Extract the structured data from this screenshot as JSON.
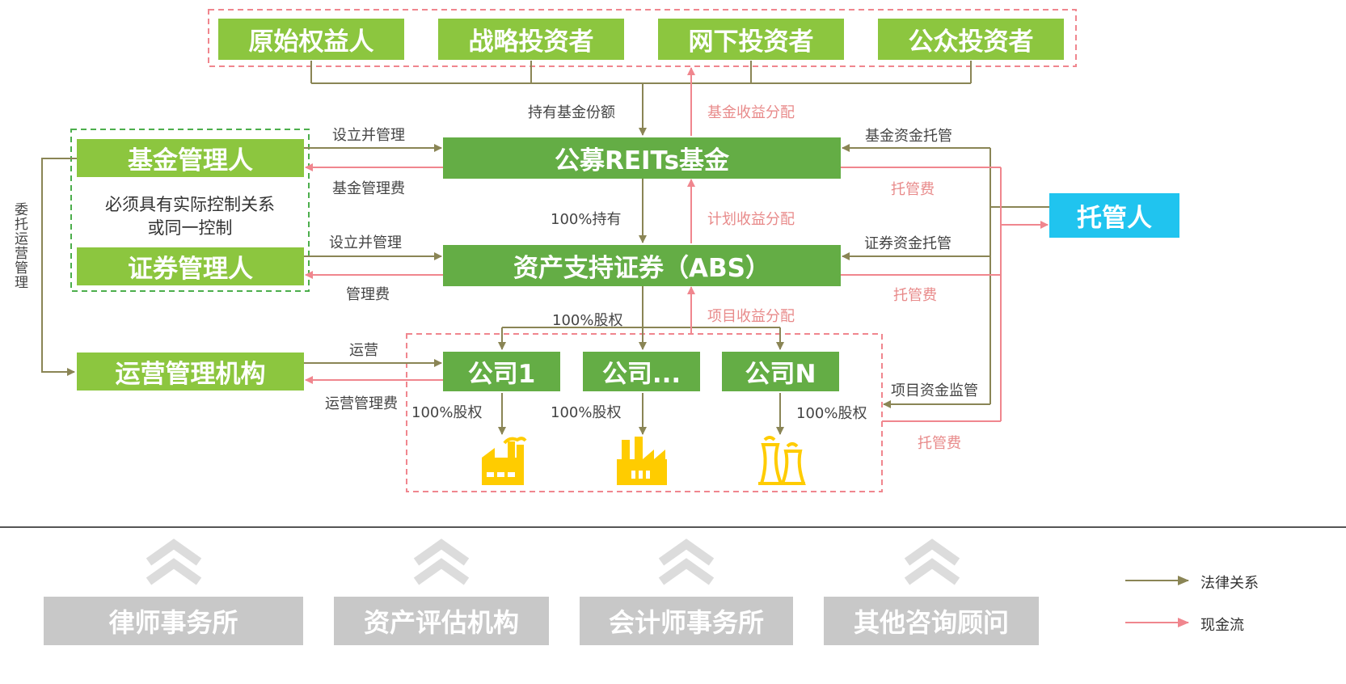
{
  "investors": [
    "原始权益人",
    "战略投资者",
    "网下投资者",
    "公众投资者"
  ],
  "fund": "公募REITs基金",
  "abs": "资产支持证券（ABS）",
  "fund_manager": "基金管理人",
  "securities_manager": "证券管理人",
  "control_note_1": "必须具有实际控制关系",
  "control_note_2": "或同一控制",
  "operator": "运营管理机构",
  "custodian": "托管人",
  "companies": [
    "公司1",
    "公司...",
    "公司N"
  ],
  "consultants": [
    "律师事务所",
    "资产评估机构",
    "会计师事务所",
    "其他咨询顾问"
  ],
  "labels": {
    "hold_shares": "持有基金份额",
    "fund_dist": "基金收益分配",
    "setup_manage_1": "设立并管理",
    "mgmt_fee_fund": "基金管理费",
    "hold_100": "100%持有",
    "plan_dist": "计划收益分配",
    "setup_manage_2": "设立并管理",
    "mgmt_fee": "管理费",
    "equity_100_top": "100%股权",
    "project_dist": "项目收益分配",
    "operate": "运营",
    "ops_fee": "运营管理费",
    "entrust": "委托运营管理",
    "fund_custody": "基金资金托管",
    "custody_fee_1": "托管费",
    "sec_custody": "证券资金托管",
    "custody_fee_2": "托管费",
    "project_supervision": "项目资金监管",
    "custody_fee_3": "托管费",
    "equity_100_a": "100%股权",
    "equity_100_b": "100%股权",
    "equity_100_c": "100%股权"
  },
  "legend": {
    "legal": "法律关系",
    "cash": "现金流"
  },
  "colors": {
    "light_green": "#8cc63f",
    "dark_green": "#64ad45",
    "cyan": "#20c4ef",
    "grey": "#c8c8c8",
    "legal_arrow": "#8a8555",
    "cash_arrow": "#f0868e",
    "factory_icon": "#ffcc00"
  }
}
